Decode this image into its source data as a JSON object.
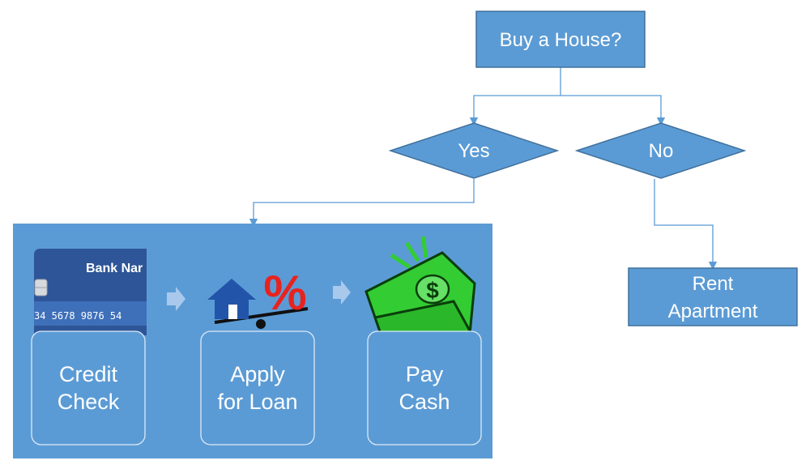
{
  "colors": {
    "node_fill": "#5b9bd5",
    "node_border": "#41719c",
    "connector": "#5b9bd5",
    "panel_fill": "#5b9bd5",
    "step_border": "#dce9f7",
    "step_arrow": "#a9c9ec",
    "card_blue": "#2e5597",
    "money_green": "#33cc33"
  },
  "nodes": {
    "start": {
      "label": "Buy a House?"
    },
    "yes": {
      "label": "Yes"
    },
    "no": {
      "label": "No"
    },
    "rent": {
      "label_line1": "Rent",
      "label_line2": "Apartment"
    }
  },
  "panel": {
    "card": {
      "bank_name": "Bank Nar",
      "number": "34 5678 9876 54"
    },
    "steps": [
      {
        "line1": "Credit",
        "line2": "Check",
        "icon": "credit-card-icon"
      },
      {
        "line1": "Apply",
        "line2": "for Loan",
        "icon": "house-percent-icon"
      },
      {
        "line1": "Pay",
        "line2": "Cash",
        "icon": "cash-icon"
      }
    ],
    "percent_sign": "%",
    "dollar_sign": "$"
  }
}
